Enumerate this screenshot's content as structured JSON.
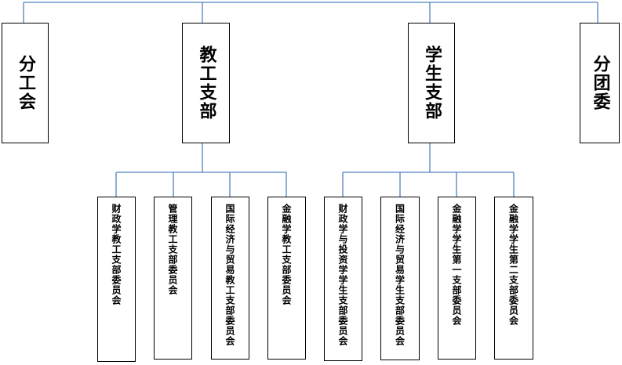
{
  "colors": {
    "connector": "#4F81BD",
    "box_border": "#000000",
    "text": "#000000"
  },
  "top_units": [
    {
      "id": "fengonghui",
      "label": "分工会"
    },
    {
      "id": "jiaogong",
      "label": "教工支部"
    },
    {
      "id": "xuesheng",
      "label": "学生支部"
    },
    {
      "id": "fentuanwei",
      "label": "分团委"
    }
  ],
  "faculty_committees": [
    {
      "label": "财政学教工支部委员会"
    },
    {
      "label": "管理教工支部委员会"
    },
    {
      "label": "国际经济与贸易教工支部委员会"
    },
    {
      "label": "金融学教工支部委员会"
    }
  ],
  "student_committees": [
    {
      "label": "财政学与投资学学生支部委员会"
    },
    {
      "label": "国际经济与贸易学生支部委员会"
    },
    {
      "label": "金融学学生第一支部委员会"
    },
    {
      "label": "金融学学生第二支部委员会"
    }
  ]
}
